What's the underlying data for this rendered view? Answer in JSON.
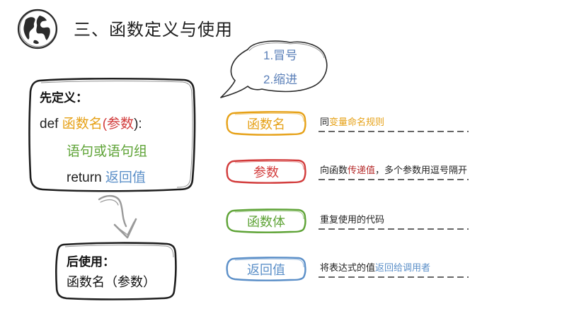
{
  "header": {
    "title": "三、函数定义与使用"
  },
  "bubble": {
    "line1": "1.冒号",
    "line2": "2.缩进",
    "color": "#5a7fb8"
  },
  "definition": {
    "heading": "先定义：",
    "def_keyword": "def ",
    "func_name": "函数名",
    "open_paren": "(",
    "param": "参数",
    "close_paren_colon": "):",
    "statements": "语句或语句组",
    "return_keyword": "return ",
    "return_value": "返回值"
  },
  "usage": {
    "heading": "后使用：",
    "call": "函数名（参数）"
  },
  "terms": [
    {
      "label": "函数名",
      "color": "#e6a117",
      "desc_plain_1": "同",
      "desc_highlight": "变量命名规则",
      "desc_plain_2": "",
      "highlight_color": "#e6a117"
    },
    {
      "label": "参数",
      "color": "#d23b3b",
      "desc_plain_1": "向函数",
      "desc_highlight": "传递值",
      "desc_plain_2": "，多个参数用逗号隔开",
      "highlight_color": "#b52a2a"
    },
    {
      "label": "函数体",
      "color": "#5ea336",
      "desc_plain_1": "重复使用的代码",
      "desc_highlight": "",
      "desc_plain_2": "",
      "highlight_color": "#5ea336"
    },
    {
      "label": "返回值",
      "color": "#5b8fc8",
      "desc_plain_1": "将表达式的值",
      "desc_highlight": "返回给调用者",
      "desc_plain_2": "",
      "highlight_color": "#5b8fc8"
    }
  ],
  "icons": {
    "header_icon": "globe-icon",
    "arrow_icon": "arrow-down-icon"
  }
}
